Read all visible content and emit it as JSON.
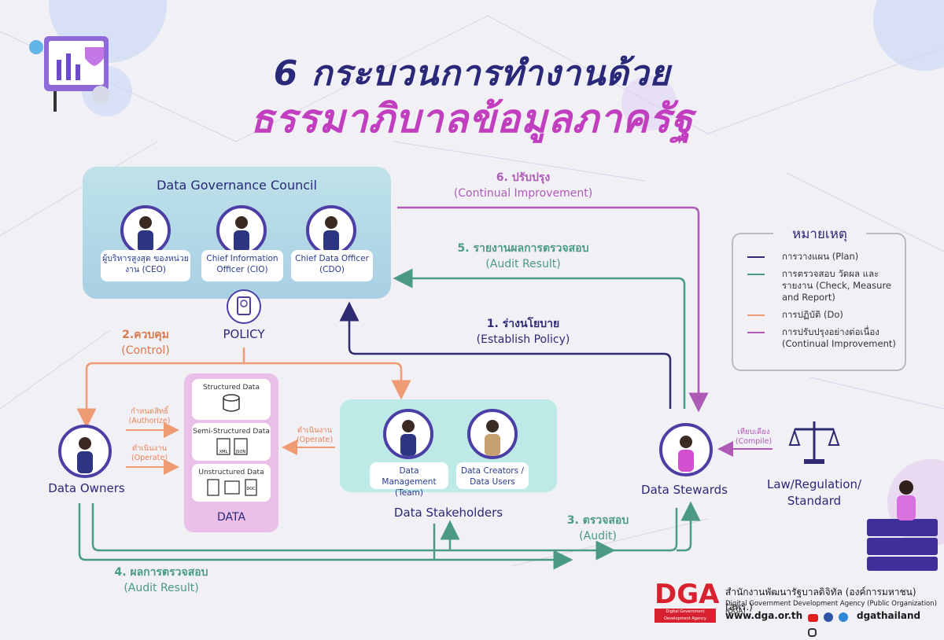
{
  "title": {
    "line1": "6 กระบวนการทำงานด้วย",
    "line2": "ธรรมาภิบาลข้อมูลภาครัฐ"
  },
  "council": {
    "title": "Data Governance Council",
    "members": [
      {
        "label": "ผู้บริหารสูงสุด ของหน่วยงาน (CEO)"
      },
      {
        "label": "Chief Information Officer (CIO)"
      },
      {
        "label": "Chief Data Officer (CDO)"
      }
    ]
  },
  "policy": {
    "label": "POLICY"
  },
  "data": {
    "label": "DATA",
    "cards": [
      {
        "title": "Structured Data"
      },
      {
        "title": "Semi-Structured Data",
        "badges": [
          "XML",
          "JSON"
        ]
      },
      {
        "title": "Unstructured Data",
        "badges": [
          "DOC"
        ]
      }
    ]
  },
  "stakeholders": {
    "label": "Data Stakeholders",
    "members": [
      {
        "label": "Data Management (Team)"
      },
      {
        "label": "Data Creators / Data Users"
      }
    ]
  },
  "nodes": {
    "owners": "Data Owners",
    "stewards": "Data Stewards",
    "law": "Law/Regulation/ Standard"
  },
  "steps": {
    "s1": {
      "th": "1. ร่างนโยบาย",
      "en": "(Establish Policy)"
    },
    "s2": {
      "th": "2.ควบคุม",
      "en": "(Control)"
    },
    "s3": {
      "th": "3. ตรวจสอบ",
      "en": "(Audit)"
    },
    "s4": {
      "th": "4. ผลการตรวจสอบ",
      "en": "(Audit Result)"
    },
    "s5": {
      "th": "5. รายงานผลการตรวจสอบ",
      "en": "(Audit Result)"
    },
    "s6": {
      "th": "6. ปรับปรุง",
      "en": "(Continual Improvement)"
    }
  },
  "small_labels": {
    "authorize_th": "กำหนดสิทธิ์",
    "authorize_en": "(Authorize)",
    "operate_th": "ดำเนินงาน",
    "operate_en": "(Operate)",
    "operate2_th": "ดำเนินงาน",
    "operate2_en": "(Operate)",
    "compile_th": "เทียบเคียง",
    "compile_en": "(Compile)"
  },
  "legend": {
    "title": "หมายเหตุ",
    "items": [
      {
        "text": "การวางแผน (Plan)",
        "color": "#2e2b72"
      },
      {
        "text": "การตรวจสอบ วัดผล และรายงาน (Check, Measure and Report)",
        "color": "#4a9a86"
      },
      {
        "text": "การปฏิบัติ (Do)",
        "color": "#ee9a72"
      },
      {
        "text": "การปรับปรุงอย่างต่อเนื่อง (Continual Improvement)",
        "color": "#b05ab8"
      }
    ]
  },
  "footer": {
    "logo": "DGA",
    "logo_sub": "Digital Government Development Agency",
    "org_th": "สำนักงานพัฒนารัฐบาลดิจิทัล (องค์การมหาชน) (สพร.)",
    "org_en": "Digital Government Development Agency (Public Organization) (DGA)",
    "url": "www.dga.or.th",
    "social": "dgathailand"
  },
  "colors": {
    "plan": "#2e2b72",
    "check": "#4a9a86",
    "do": "#ee9a72",
    "improve": "#b05ab8",
    "title_dark": "#2a2878",
    "title_pink": "#c13fbf"
  }
}
